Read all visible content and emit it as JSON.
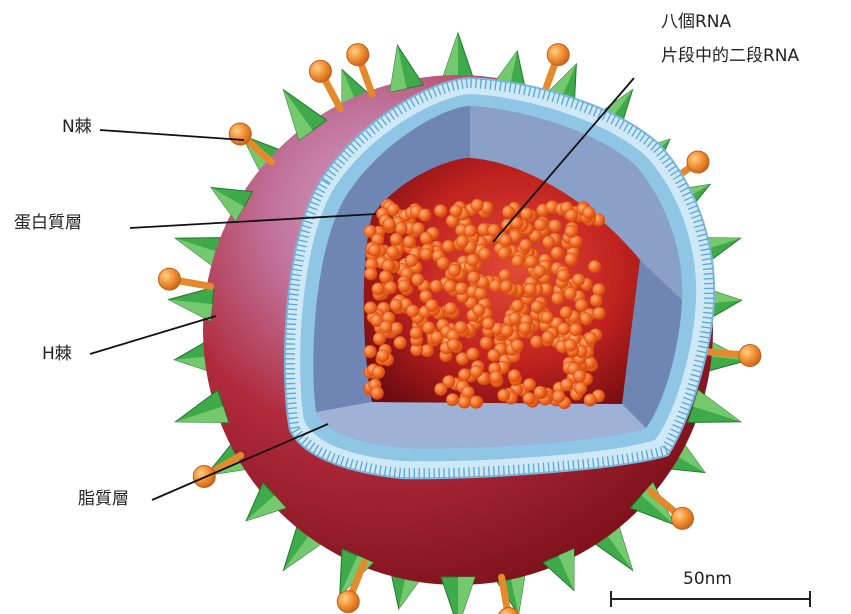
{
  "labels": {
    "n_spike": "N棘",
    "protein_layer": "蛋白質層",
    "h_spike": "H棘",
    "lipid_layer": "脂質層",
    "rna_line1": "八個RNA",
    "rna_line2": "片段中的二段RNA",
    "scale": "50nm"
  },
  "colors": {
    "outer_red": "#9c1c22",
    "outer_pink": "#c77aa6",
    "spike_green": "#3faa4a",
    "spike_orange": "#ee8a2a",
    "membrane_blue": "#8fc6e6",
    "protein_blue": "#6f86b4",
    "rna_orange": "#f26a1f"
  },
  "icons": {
    "h_spike": "green-pyramid-spike",
    "n_spike": "orange-knob-spike"
  }
}
